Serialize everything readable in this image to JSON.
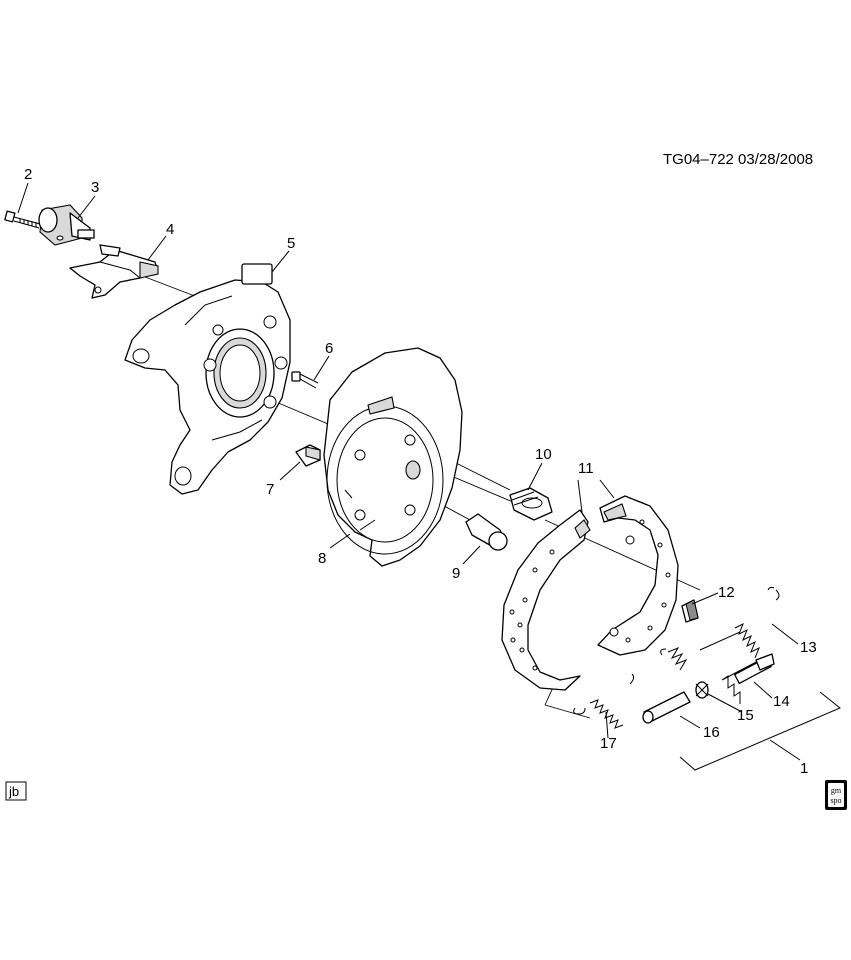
{
  "header": {
    "figure_id": "TG04–722  03/28/2008"
  },
  "footer": {
    "author_tag": "jb",
    "logo_line1": "gm",
    "logo_line2": "spo"
  },
  "callouts": [
    "1",
    "2",
    "3",
    "4",
    "5",
    "6",
    "7",
    "8",
    "9",
    "10",
    "11",
    "12",
    "13",
    "14",
    "15",
    "16",
    "17"
  ]
}
